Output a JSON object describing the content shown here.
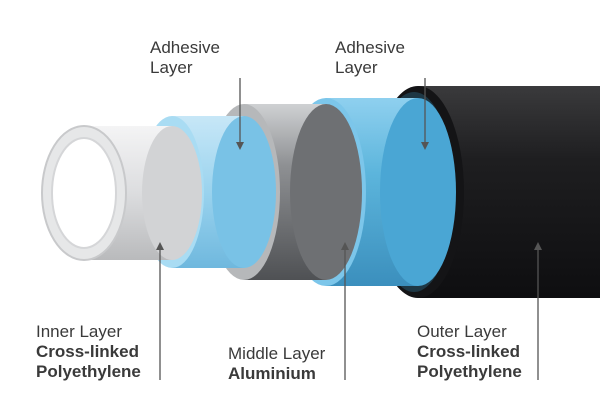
{
  "labels": {
    "adhesive_1": {
      "line1": "Adhesive",
      "line2": "Layer"
    },
    "adhesive_2": {
      "line1": "Adhesive",
      "line2": "Layer"
    },
    "inner": {
      "title": "Inner Layer",
      "material_line1": "Cross-linked",
      "material_line2": "Polyethylene"
    },
    "middle": {
      "title": "Middle Layer",
      "material": "Aluminium"
    },
    "outer": {
      "title": "Outer Layer",
      "material_line1": "Cross-linked",
      "material_line2": "Polyethylene"
    }
  },
  "colors": {
    "outer_layer": "#1c1c1e",
    "adhesive": "#5cb5dc",
    "aluminium": "#8a8c8f",
    "inner_layer": "#d9dadb",
    "leader_line": "#555555"
  }
}
